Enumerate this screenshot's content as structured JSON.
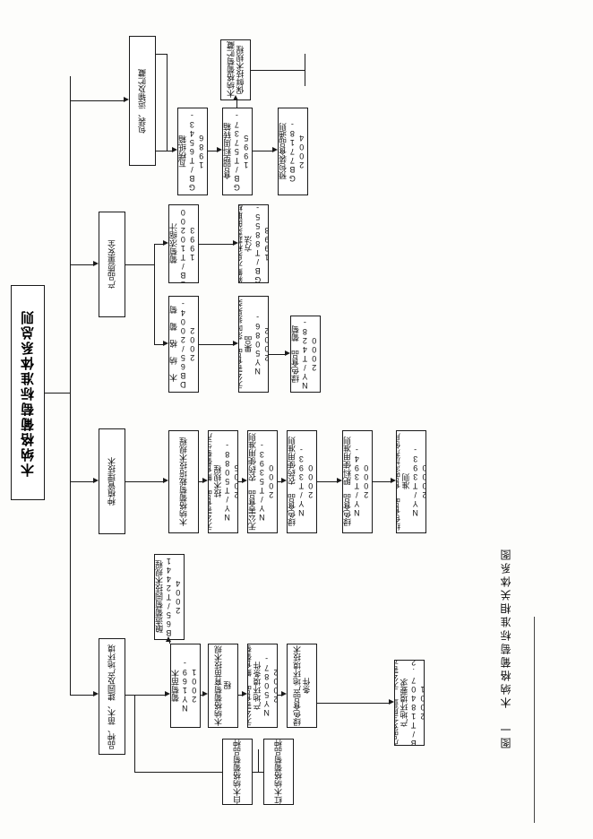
{
  "document": {
    "title": "木纳格葡萄标准体系总则",
    "figure_caption": "图一　木纳格葡萄标准相关体系图"
  },
  "branches": {
    "environment": {
      "label": "品种、苗木、建园及产地环境",
      "nodes": [
        {
          "id": "env-1",
          "label": "葡萄苗木\nNY169-2001"
        },
        {
          "id": "env-2",
          "label": "木纳格葡萄育苗技术规程"
        },
        {
          "id": "env-3",
          "label": "无公害食品 鲜食葡萄产地环境条件\nNY5087-2002"
        },
        {
          "id": "env-4",
          "label": "绿色食品产地环境技术条件"
        },
        {
          "id": "env-5",
          "label": "农产品安全质量 无公害水果产地环境要求\nGB/T18407.2-2001"
        },
        {
          "id": "env-6",
          "label": "酿造葡萄园技术规程\nDB65/T2441-2004"
        },
        {
          "id": "env-7",
          "label": "白木纳格葡萄品种"
        },
        {
          "id": "env-8",
          "label": "红木纳格葡萄品种"
        }
      ]
    },
    "cultivation": {
      "label": "种植管理技术",
      "nodes": [
        {
          "id": "cul-1",
          "label": "木纳格葡萄栽培技术规程"
        },
        {
          "id": "cul-2",
          "label": "无公害食品 鲜食葡萄生产技术规程 NY/T5088-2005"
        },
        {
          "id": "cul-3",
          "label": "无公害食品 农药使用准则\nNY/T5393-2000"
        },
        {
          "id": "cul-4",
          "label": "绿色食品 农药使用准则\nNY/T393-2000"
        },
        {
          "id": "cul-5",
          "label": "绿色食品 肥料使用准则\nNY/T394-2000"
        },
        {
          "id": "cul-6",
          "label": "绿色食品 食品添加剂使用准则\nNY/T393-2000"
        }
      ]
    },
    "quality": {
      "label": "产品质量安全",
      "nodes": [
        {
          "id": "qly-1",
          "label": "葡萄浓缩汁\nSB/T10200-1993"
        },
        {
          "id": "qly-2",
          "label": "木 纳 格 葡 萄\nDB65/2004-2002"
        },
        {
          "id": "qly-3",
          "label": "新鲜水果和蔬菜的取样方法 GB/T8855-1998"
        },
        {
          "id": "qly-4",
          "label": "无公害食品 落叶浆果类果品\nNY5086-2002"
        },
        {
          "id": "qly-5",
          "label": "绿色食品 葡萄\nNY/T428-2000"
        }
      ]
    },
    "logistics": {
      "label": "包装、运输及贮藏",
      "nodes": [
        {
          "id": "log-1",
          "label": "瓦楞纸箱\nGB/T6543-1986"
        },
        {
          "id": "log-2",
          "label": "食品塑料周转箱\nGB/T5737-1995"
        },
        {
          "id": "log-3",
          "label": "预包装食品通则\nGB7718-2004"
        },
        {
          "id": "log-4",
          "label": "木纳格葡萄贮藏保鲜技术规程"
        }
      ]
    }
  }
}
